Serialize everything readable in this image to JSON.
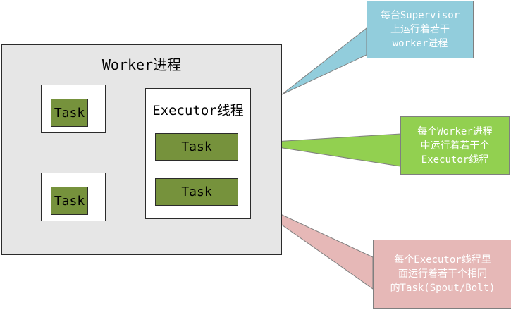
{
  "worker": {
    "title": "Worker进程"
  },
  "executor": {
    "title": "Executor线程"
  },
  "tasks": [
    "Task",
    "Task",
    "Task",
    "Task"
  ],
  "callouts": {
    "blue": {
      "lines": [
        "每台Supervisor",
        "上运行着若干",
        "worker进程"
      ],
      "color": "#92cddc"
    },
    "green": {
      "lines": [
        "每个Worker进程",
        "中运行着若干个",
        "Executor线程"
      ],
      "color": "#92d050"
    },
    "pink": {
      "lines": [
        "每个Executor线程里",
        "面运行着若干个相同",
        "的Task(Spout/Bolt)"
      ],
      "color": "#e6b8b7"
    }
  },
  "colors": {
    "task_fill": "#76923c",
    "worker_fill": "#e6e6e6"
  }
}
